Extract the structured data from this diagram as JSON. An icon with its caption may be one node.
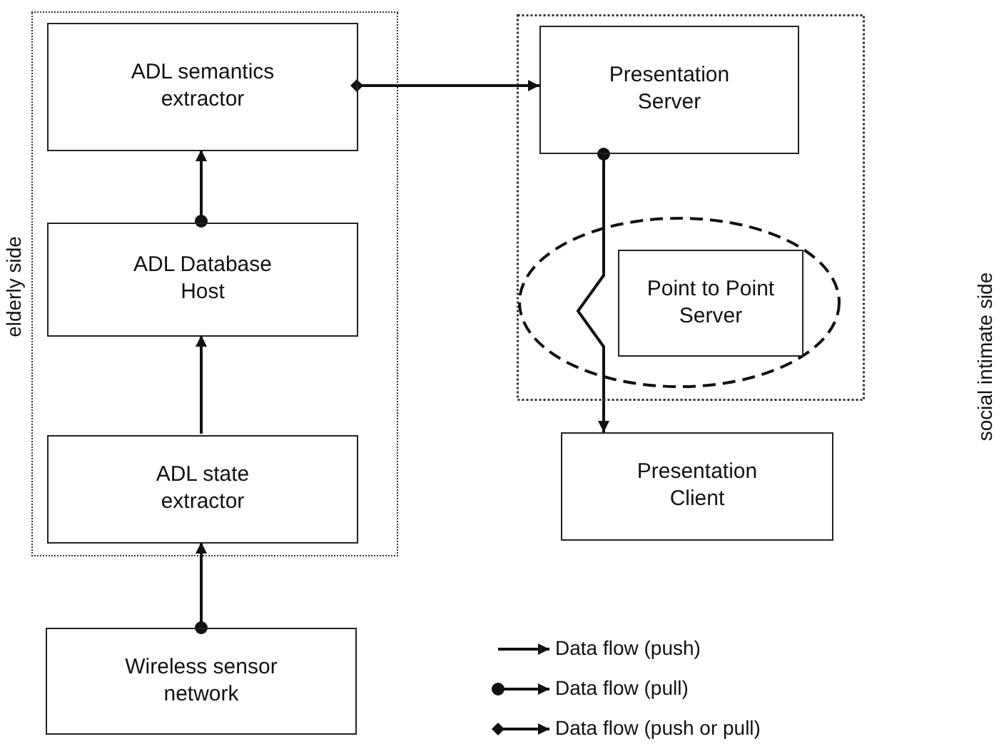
{
  "diagram": {
    "nodes": [
      {
        "text": [
          "elderly side"
        ]
      },
      {
        "text": [
          "ADL semantics extractor"
        ],
        "in": 0
      },
      {
        "text": [
          "ADL Database Host"
        ],
        "in": 0
      },
      {
        "text": [
          "ADL state extractor"
        ],
        "in": 0
      },
      {
        "text": [
          "Wireless sensor network"
        ]
      },
      {
        "text": [],
        "shape": "box"
      },
      {
        "text": [
          "Presentation Server"
        ],
        "in": 5
      },
      {
        "text": [],
        "shape": "ellipse",
        "in": 5
      },
      {
        "text": [
          "Point to Point Server"
        ],
        "in": 7
      },
      {
        "text": [
          "Presentation Client"
        ]
      }
    ],
    "edges": [
      {
        "from": 4,
        "to": 3,
        "arrow": "to"
      },
      {
        "from": 3,
        "to": 2,
        "arrow": "to"
      },
      {
        "from": 2,
        "to": 1,
        "arrow": "to"
      },
      {
        "from": 1,
        "to": 6,
        "arrow": "to"
      },
      {
        "from": 6,
        "to": 9,
        "arrow": "to"
      }
    ],
    "labels": [
      "social intimate side"
    ],
    "legend": [
      {
        "text": "Data flow (push)"
      },
      {
        "text": "Data flow (pull)"
      },
      {
        "text": "Data flow (push or pull)"
      }
    ]
  }
}
